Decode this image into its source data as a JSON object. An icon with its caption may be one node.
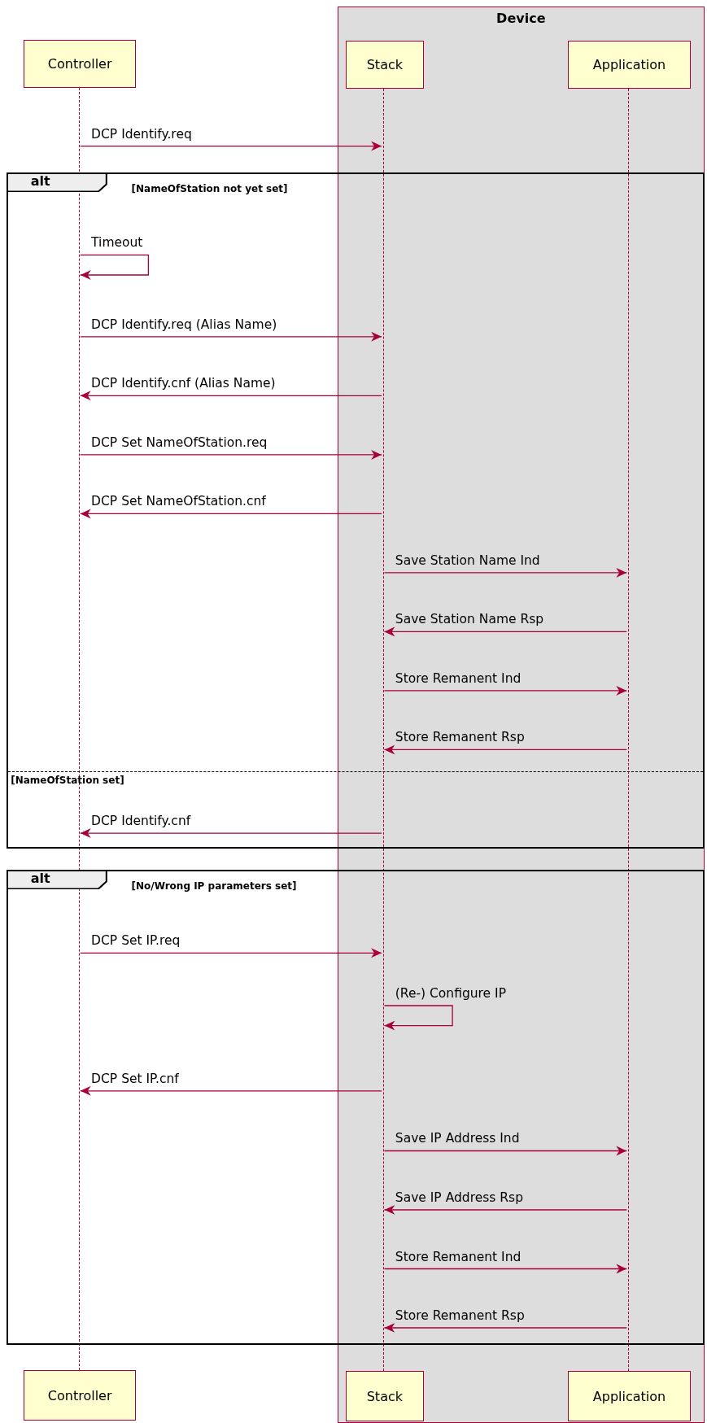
{
  "diagram": {
    "nodes": [
      {
        "text": [
          "Device"
        ]
      },
      {
        "text": [
          "Controller"
        ]
      },
      {
        "text": [
          "Stack"
        ],
        "in": 0
      },
      {
        "text": [
          "Application"
        ],
        "in": 0
      },
      {
        "text": [],
        "shape": "line"
      },
      {
        "text": [],
        "shape": "line",
        "in": 0
      },
      {
        "text": [],
        "shape": "line",
        "in": 0
      },
      {
        "text": [
          "Controller"
        ]
      },
      {
        "text": [
          "Stack"
        ],
        "in": 0
      },
      {
        "text": [
          "Application"
        ],
        "in": 0
      }
    ],
    "edges": [
      {
        "from": 4,
        "to": 5,
        "label": "DCP Identify.req",
        "arrow": "to"
      },
      {
        "from": 4,
        "to": 4,
        "label": "Timeout",
        "arrow": "to"
      },
      {
        "from": 4,
        "to": 5,
        "label": "DCP Identify.req (Alias Name)",
        "arrow": "to"
      },
      {
        "from": 5,
        "to": 4,
        "label": "DCP Identify.cnf (Alias Name)",
        "arrow": "to"
      },
      {
        "from": 4,
        "to": 5,
        "label": "DCP Set NameOfStation.req",
        "arrow": "to"
      },
      {
        "from": 5,
        "to": 4,
        "label": "DCP Set NameOfStation.cnf",
        "arrow": "to"
      },
      {
        "from": 5,
        "to": 6,
        "label": "Save Station Name Ind",
        "arrow": "to"
      },
      {
        "from": 6,
        "to": 5,
        "label": "Save Station Name Rsp",
        "arrow": "to"
      },
      {
        "from": 5,
        "to": 6,
        "label": "Store Remanent Ind",
        "arrow": "to"
      },
      {
        "from": 6,
        "to": 5,
        "label": "Store Remanent Rsp",
        "arrow": "to"
      },
      {
        "from": 5,
        "to": 4,
        "label": "DCP Identify.cnf",
        "arrow": "to"
      },
      {
        "from": 4,
        "to": 5,
        "label": "DCP Set IP.req",
        "arrow": "to"
      },
      {
        "from": 5,
        "to": 5,
        "label": "(Re-) Configure IP",
        "arrow": "to"
      },
      {
        "from": 5,
        "to": 4,
        "label": "DCP Set IP.cnf",
        "arrow": "to"
      },
      {
        "from": 5,
        "to": 6,
        "label": "Save IP Address Ind",
        "arrow": "to"
      },
      {
        "from": 6,
        "to": 5,
        "label": "Save IP Address Rsp",
        "arrow": "to"
      },
      {
        "from": 5,
        "to": 6,
        "label": "Store Remanent Ind",
        "arrow": "to"
      },
      {
        "from": 6,
        "to": 5,
        "label": "Store Remanent Rsp",
        "arrow": "to"
      }
    ],
    "labels": [
      "alt",
      "[NameOfStation not yet set]",
      "[NameOfStation set]",
      "alt",
      "[No/Wrong IP parameters set]"
    ]
  }
}
